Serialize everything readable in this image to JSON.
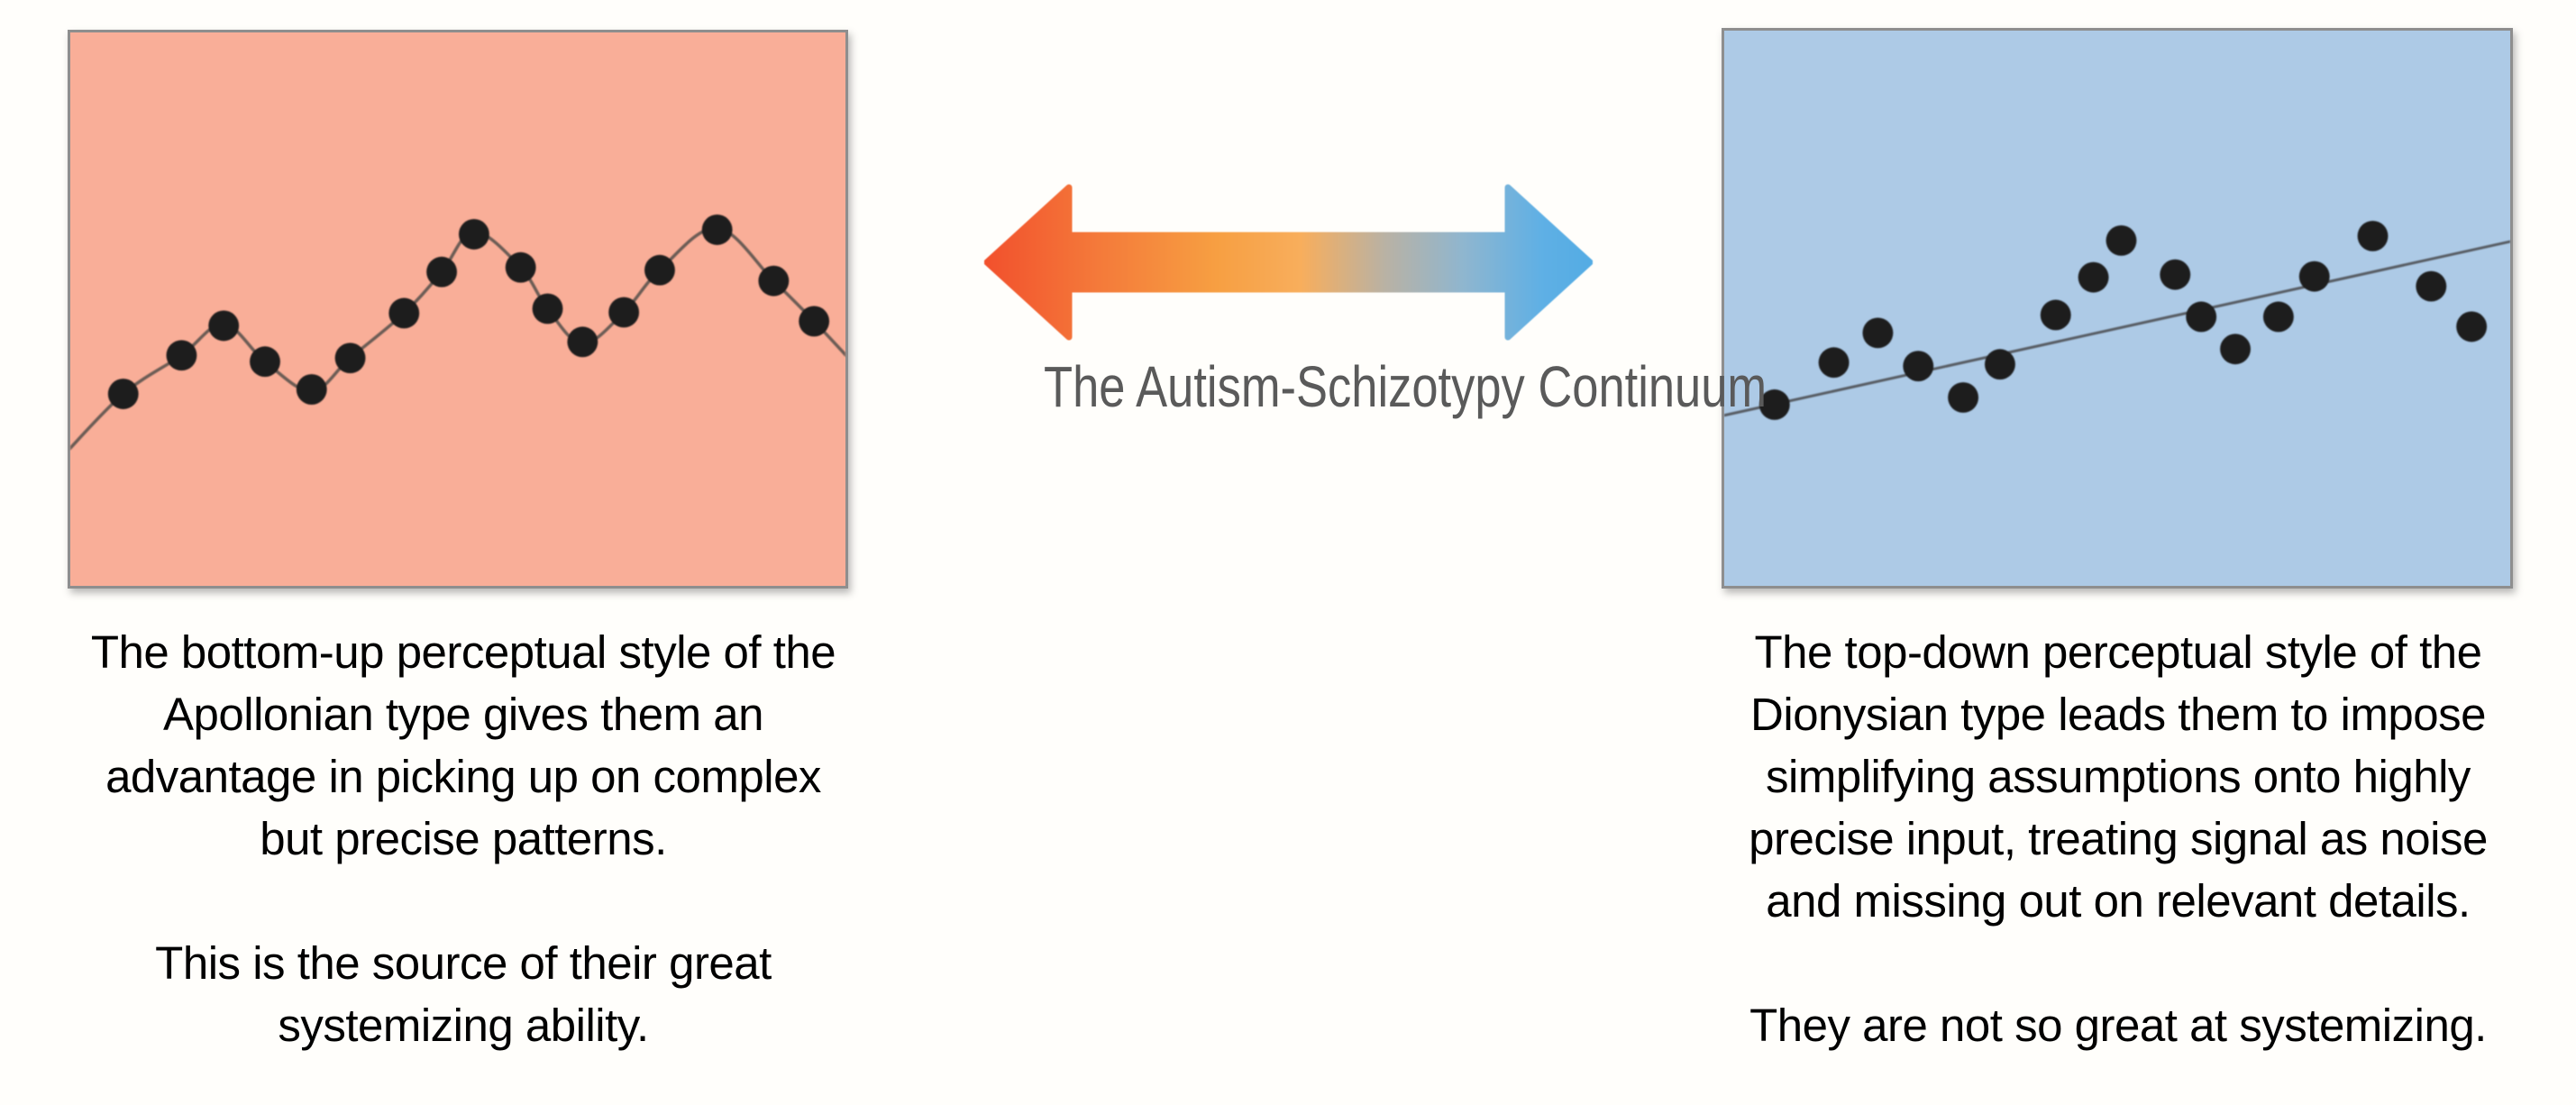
{
  "page": {
    "background_color": "#fffefb"
  },
  "continuum": {
    "title": "The Autism-Schizotypy Continuum",
    "title_color": "#5a5a5a",
    "arrow_gradient": [
      "#f2512d",
      "#f4793a",
      "#f79f42",
      "#f8ae5c",
      "#b9b2a4",
      "#8fb6cf",
      "#5fb0e5",
      "#54ace4"
    ]
  },
  "panels": {
    "left": {
      "fill_color": "#f9ae98",
      "border_color": "#8e8e8e",
      "line_color": "#6b5c55",
      "dot_color": "#1d1d1d",
      "dots": [
        [
          59,
          403
        ],
        [
          124,
          360
        ],
        [
          171,
          327
        ],
        [
          217,
          367
        ],
        [
          269,
          398
        ],
        [
          312,
          363
        ],
        [
          372,
          313
        ],
        [
          414,
          267
        ],
        [
          450,
          225
        ],
        [
          502,
          262
        ],
        [
          532,
          308
        ],
        [
          571,
          345
        ],
        [
          617,
          312
        ],
        [
          657,
          265
        ],
        [
          721,
          220
        ],
        [
          784,
          277
        ],
        [
          829,
          322
        ]
      ],
      "line_points": [
        [
          -8,
          472
        ],
        [
          59,
          403
        ],
        [
          124,
          360
        ],
        [
          171,
          325
        ],
        [
          217,
          367
        ],
        [
          269,
          400
        ],
        [
          312,
          363
        ],
        [
          372,
          313
        ],
        [
          414,
          267
        ],
        [
          450,
          222
        ],
        [
          502,
          262
        ],
        [
          532,
          308
        ],
        [
          571,
          347
        ],
        [
          617,
          312
        ],
        [
          657,
          265
        ],
        [
          721,
          218
        ],
        [
          784,
          277
        ],
        [
          829,
          322
        ],
        [
          872,
          368
        ]
      ],
      "caption": "The bottom-up perceptual style of the\nApollonian type gives them an\nadvantage in picking up on complex\nbut precise patterns.\n\nThis is the source of their great\nsystemizing ability."
    },
    "right": {
      "fill_color": "#adcae6",
      "border_color": "#8e8e8e",
      "line_color": "#575c63",
      "dot_color": "#1d1d1d",
      "dots": [
        [
          56,
          417
        ],
        [
          122,
          370
        ],
        [
          171,
          337
        ],
        [
          216,
          374
        ],
        [
          266,
          409
        ],
        [
          307,
          372
        ],
        [
          369,
          317
        ],
        [
          411,
          275
        ],
        [
          442,
          234
        ],
        [
          502,
          272
        ],
        [
          531,
          319
        ],
        [
          569,
          355
        ],
        [
          617,
          319
        ],
        [
          657,
          274
        ],
        [
          722,
          229
        ],
        [
          787,
          285
        ],
        [
          832,
          330
        ]
      ],
      "line_points": [
        [
          -5,
          430
        ],
        [
          880,
          234
        ]
      ],
      "caption": "The top-down perceptual style of the\nDionysian type leads them to impose\nsimplifying assumptions onto highly\nprecise input, treating signal as noise\nand missing out on relevant details.\n\nThey are not so great at systemizing."
    }
  }
}
